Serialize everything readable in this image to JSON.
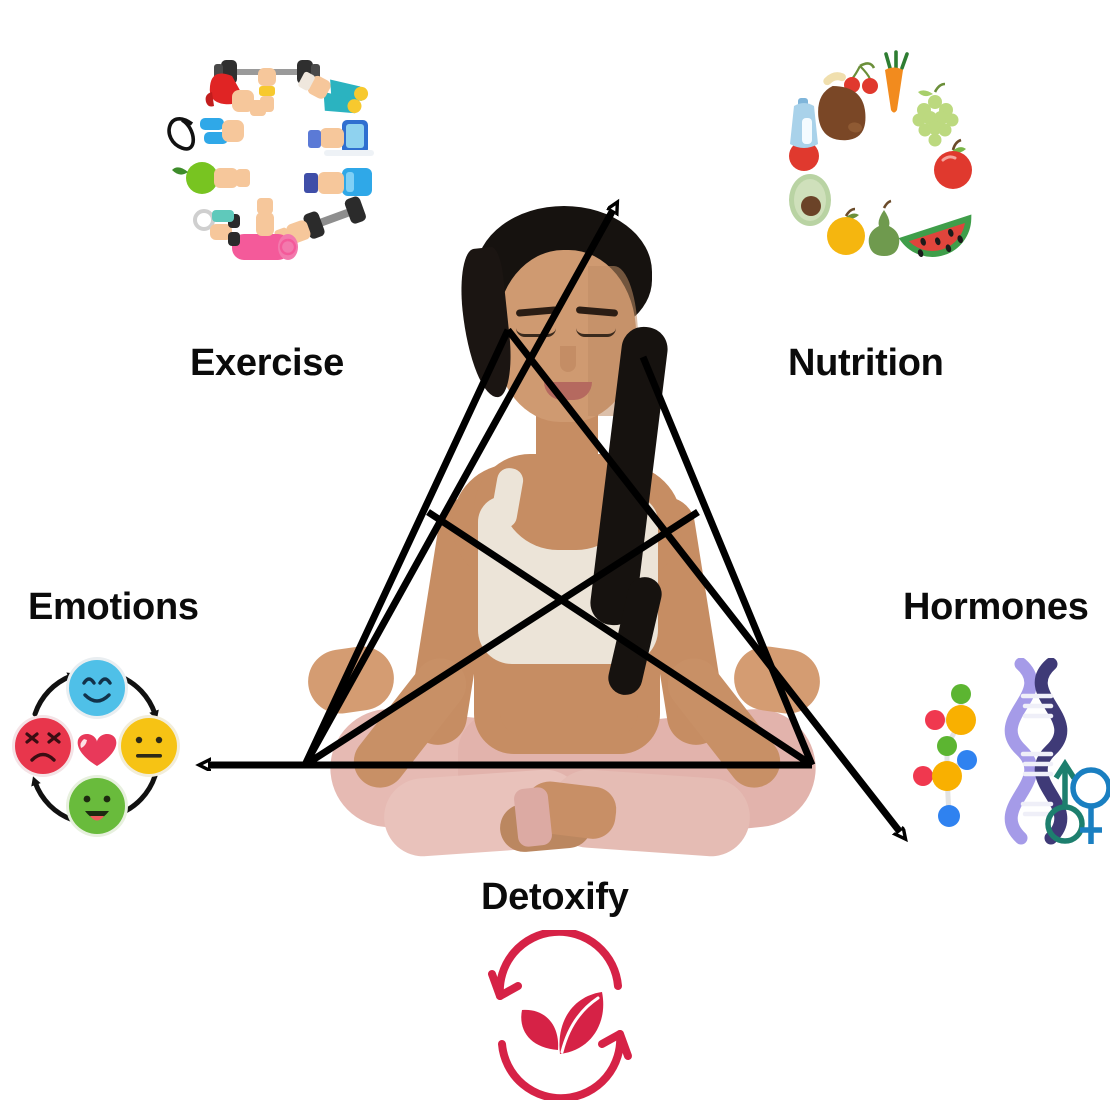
{
  "diagram": {
    "title_present": false,
    "background_color": "#ffffff",
    "line_color": "#000000",
    "label_color": "#0b0b0b",
    "center_subject": "meditating-woman-lotus-pose"
  },
  "pillars": [
    {
      "id": "exercise",
      "label": "Exercise",
      "icon_name": "exercise-hands-ring-icon",
      "position": "top-left",
      "items": [
        "boxing-glove",
        "dumbbell-barbell",
        "sneakers",
        "smartphone",
        "water-bottle",
        "hand-weights",
        "yoga-mat",
        "kettlebell",
        "apple",
        "jump-rope"
      ]
    },
    {
      "id": "nutrition",
      "label": "Nutrition",
      "icon_name": "nutrition-food-ring-icon",
      "position": "top-right",
      "items": [
        "cherries",
        "carrot",
        "grapes",
        "apple",
        "watermelon",
        "pear",
        "orange",
        "avocado",
        "tomato",
        "milk-bottle",
        "ham"
      ]
    },
    {
      "id": "emotions",
      "label": "Emotions",
      "icon_name": "emotions-cycle-icon",
      "position": "left",
      "items": [
        "happy-face-blue",
        "neutral-face-yellow",
        "laughing-face-green",
        "angry-face-red",
        "heart"
      ]
    },
    {
      "id": "hormones",
      "label": "Hormones",
      "icon_name": "hormones-dna-molecule-icon",
      "position": "right",
      "items": [
        "molecule-diagram",
        "dna-double-helix",
        "male-symbol",
        "female-symbol"
      ]
    },
    {
      "id": "detoxify",
      "label": "Detoxify",
      "icon_name": "detoxify-leaf-recycle-icon",
      "position": "bottom",
      "items": [
        "two-leaves",
        "circular-arrows"
      ]
    }
  ],
  "colors": {
    "label": "#0b0b0b",
    "connector": "#000000",
    "detox_red": "#d62246",
    "emoji_blue": "#4fc0e8",
    "emoji_yellow": "#f6c314",
    "emoji_green": "#69bb3c",
    "emoji_red": "#e8364c",
    "heart_red": "#e8395a",
    "dna_dark": "#3f3a77",
    "dna_light": "#a59be8",
    "male_symbol": "#1a7fc1",
    "female_symbol": "#1d7f6e"
  },
  "chart_data": {
    "type": "diagram",
    "layout": "five-pointed-star-pentagram",
    "nodes": [
      "Exercise",
      "Nutrition",
      "Emotions",
      "Hormones",
      "Detoxify"
    ],
    "arrows": [
      {
        "to": "top",
        "direction": "up-right"
      },
      {
        "to": "Hormones",
        "direction": "down-right"
      },
      {
        "to": "Emotions",
        "direction": "left"
      }
    ]
  }
}
